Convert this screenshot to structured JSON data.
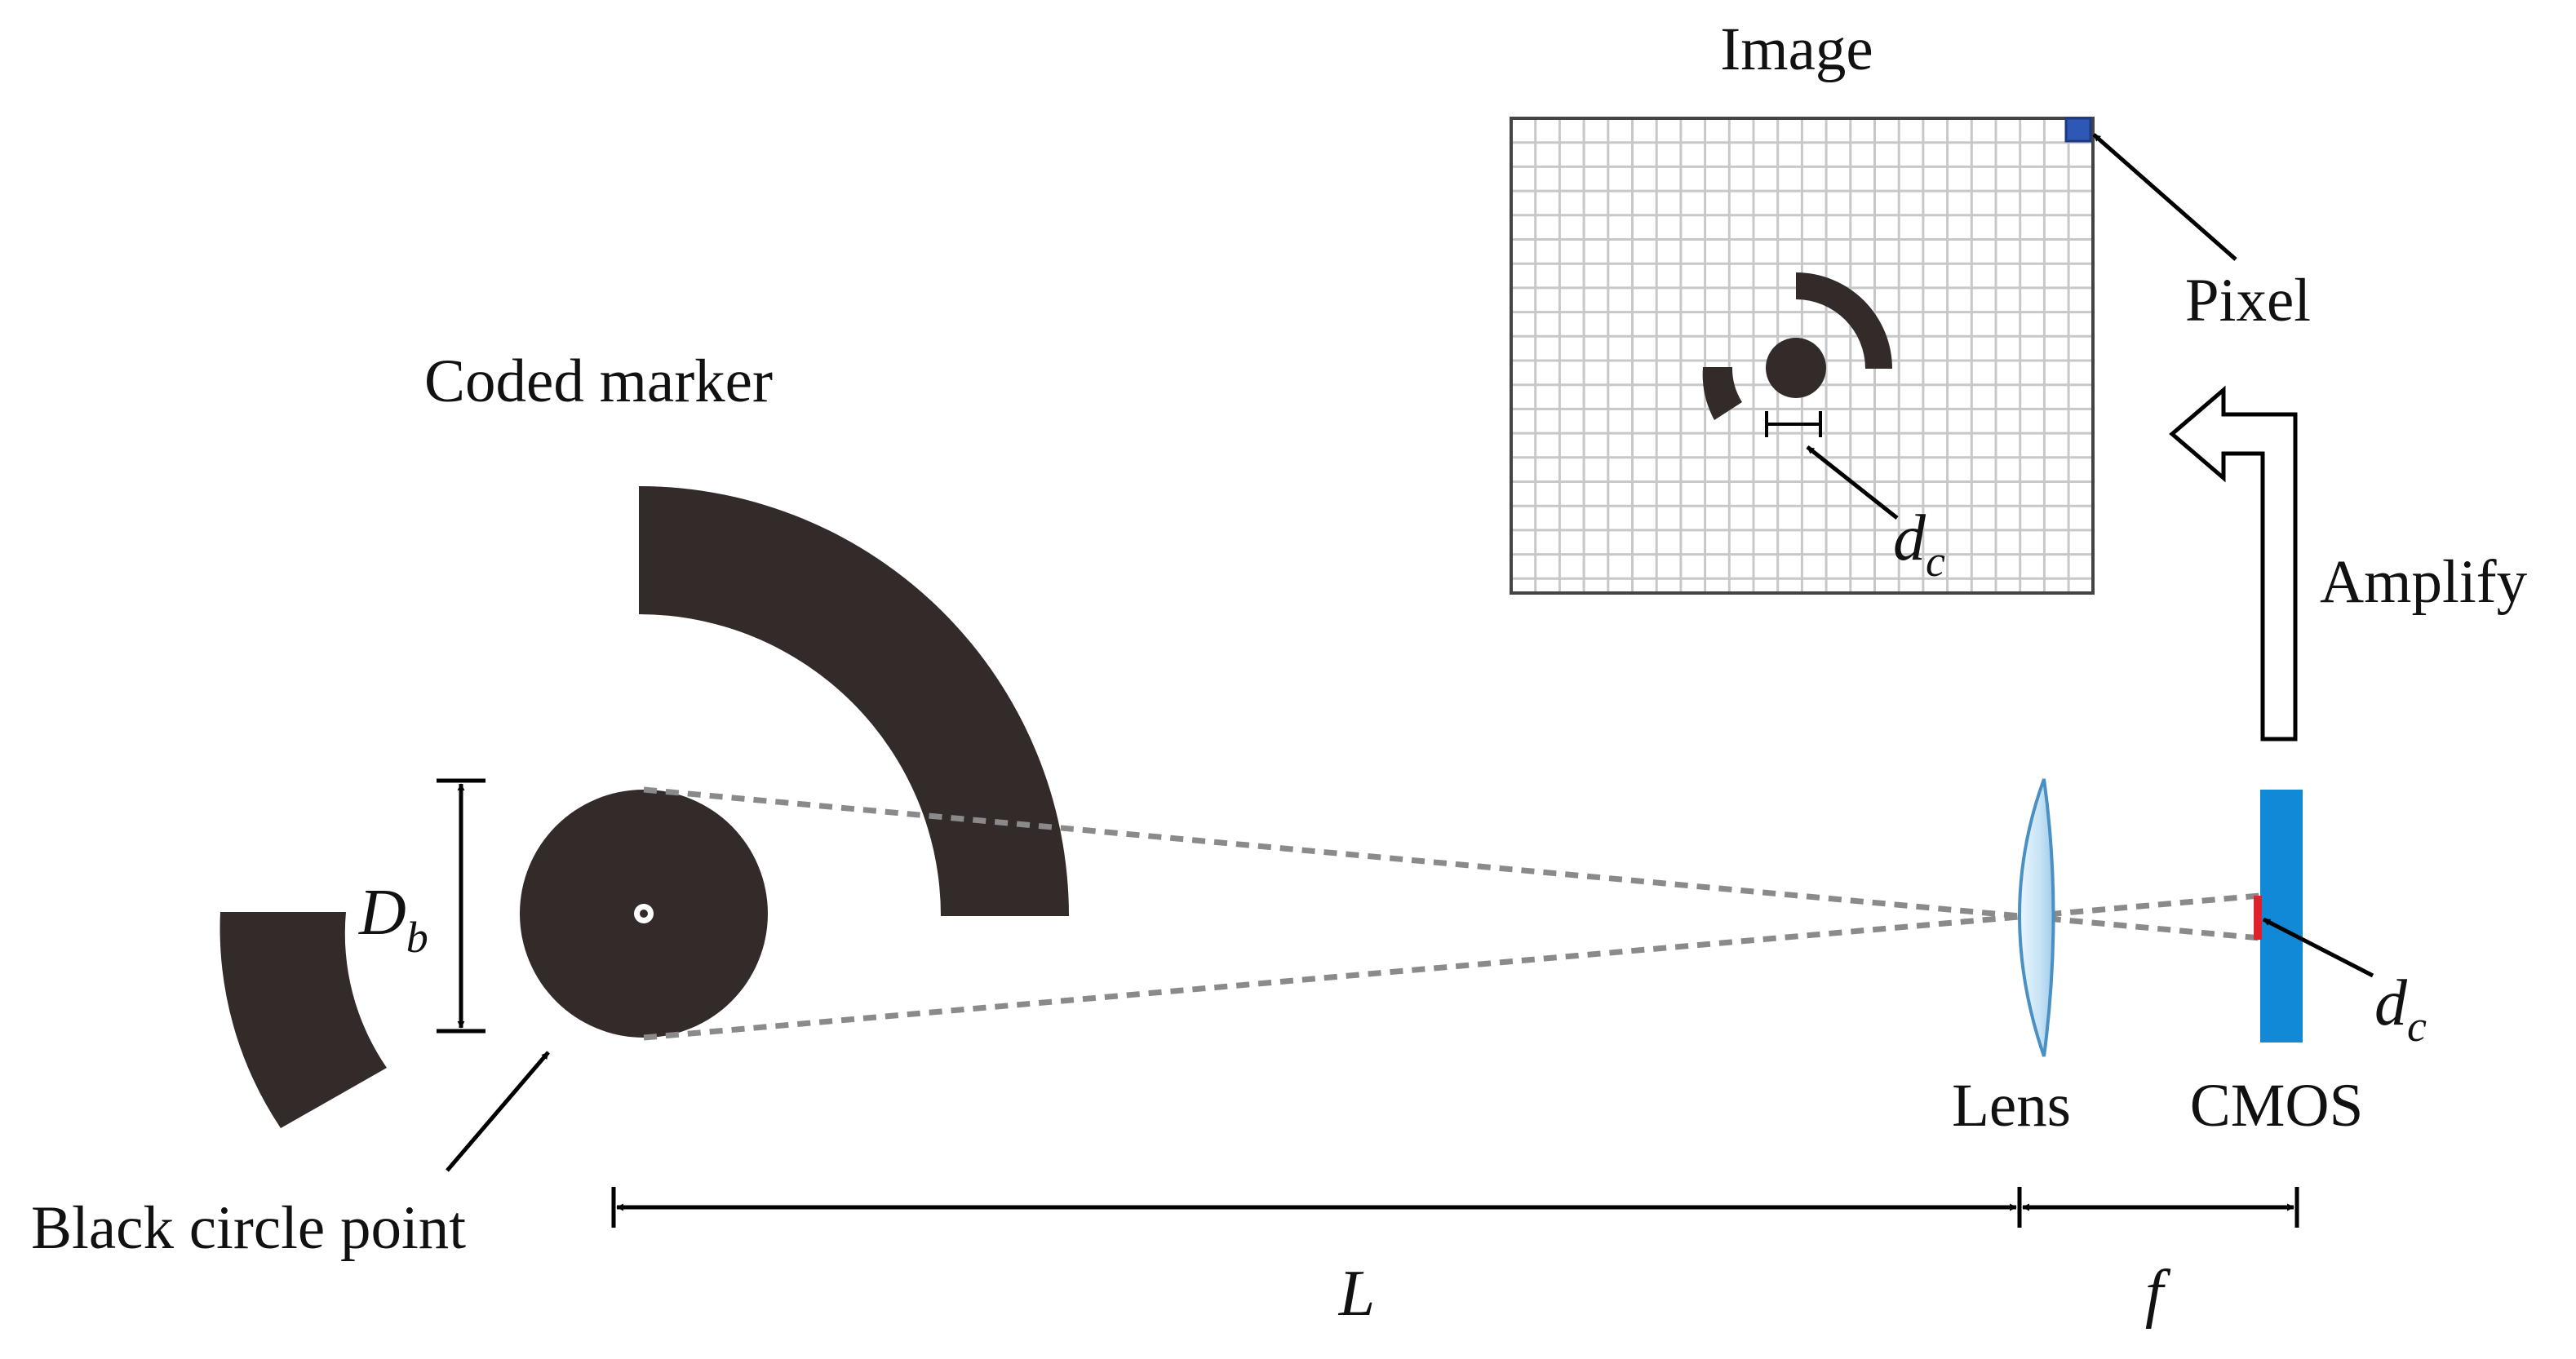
{
  "labels": {
    "coded_marker": "Coded marker",
    "black_circle_point": "Black circle point",
    "image": "Image",
    "pixel": "Pixel",
    "amplify": "Amplify",
    "lens": "Lens",
    "cmos": "CMOS"
  },
  "symbols": {
    "Db_main": "D",
    "Db_sub": "b",
    "dc_image_main": "d",
    "dc_image_sub": "c",
    "dc_sensor_main": "d",
    "dc_sensor_sub": "c",
    "L": "L",
    "f": "f"
  },
  "colors": {
    "marker": "#332b29",
    "cmos": "#1189d6",
    "pixel": "#2f57b5",
    "spot": "#e0202a",
    "lens": "#d8ecf8",
    "grid": "#c8c8c8"
  }
}
